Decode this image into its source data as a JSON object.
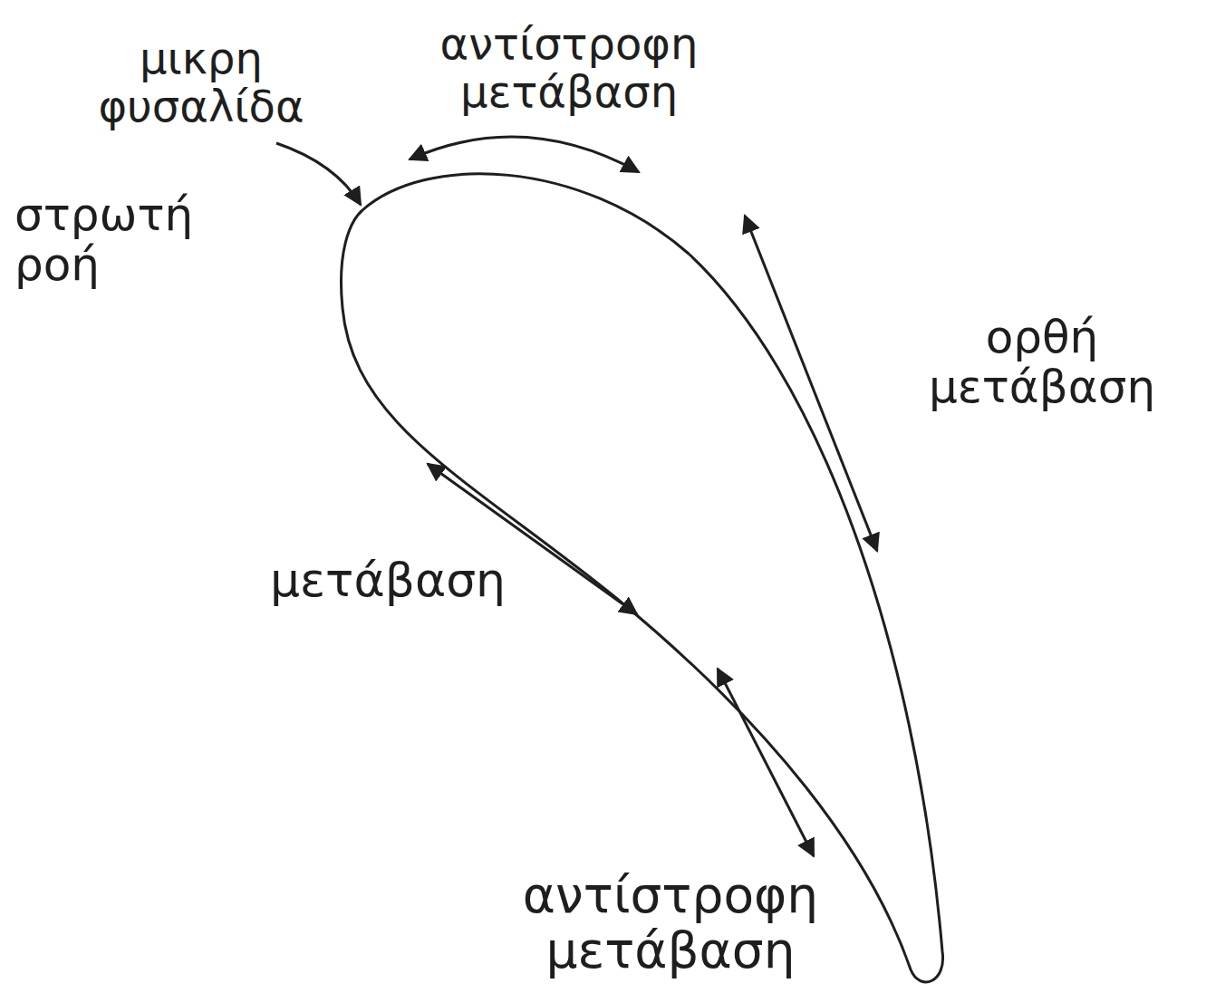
{
  "diagram": {
    "labels": [
      "μικρη φυσαλίδα",
      "αντίστροφη μετάβαση",
      "στρωτή ροή",
      "ορθή μετάβαση",
      "μετάβαση",
      "αντίστροφη μετάβαση"
    ]
  }
}
